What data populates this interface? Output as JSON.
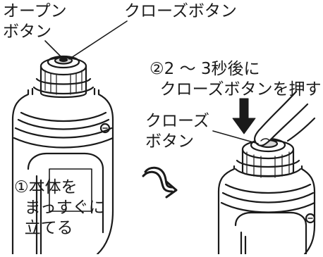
{
  "labels": {
    "open_button": "オープン\nボタン",
    "close_button_top": "クローズボタン",
    "step2": "②2 ～ 3秒後に\n  クローズボタンを押す",
    "close_button_side": "クローズ\nボタン",
    "step1": "①本体を\n  まっすぐに\n  立てる"
  },
  "icons": {
    "press_arrow": "down-arrow-icon",
    "turn_arrow": "curved-arrow-icon"
  },
  "colors": {
    "ink": "#1a1a1a",
    "paper": "#ffffff",
    "shade": "#d9d9d9"
  }
}
